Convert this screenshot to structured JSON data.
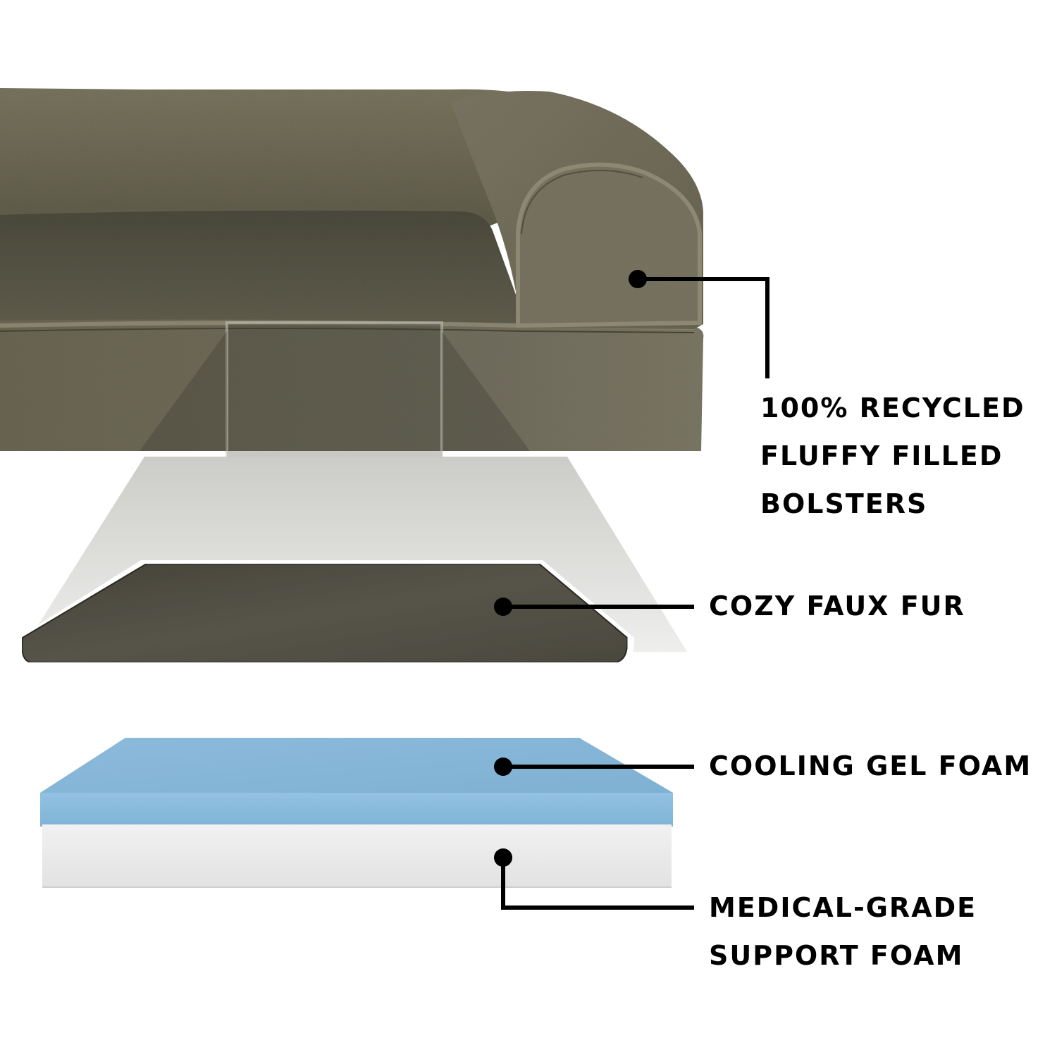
{
  "diagram": {
    "subject": "Orthopedic sofa-style dog bed exploded layer view",
    "colors": {
      "background": "#ffffff",
      "fur_olive": "#6f6b58",
      "fur_olive_dark": "#4d4b3e",
      "fur_olive_light": "#837f6b",
      "faux_fur_layer": "#55534a",
      "gel_foam_blue": "#86b7d8",
      "support_foam_white": "#ececec",
      "callout_black": "#000000",
      "projection_gray": "#d6d6d3"
    },
    "callouts": [
      {
        "id": "bolsters",
        "lines": [
          "100% RECYCLED",
          "FLUFFY FILLED",
          "BOLSTERS"
        ],
        "target": "bolster",
        "dot": [
          905,
          396
        ]
      },
      {
        "id": "faux-fur",
        "lines": [
          "COZY FAUX FUR"
        ],
        "target": "faux-fur-cover-layer",
        "dot": [
          714,
          861
        ]
      },
      {
        "id": "gel-foam",
        "lines": [
          "COOLING GEL FOAM"
        ],
        "target": "gel-foam-layer",
        "dot": [
          714,
          1088
        ]
      },
      {
        "id": "support-foam",
        "lines": [
          "MEDICAL-GRADE",
          "SUPPORT FOAM"
        ],
        "target": "support-foam-layer",
        "dot": [
          714,
          1217
        ]
      }
    ]
  }
}
